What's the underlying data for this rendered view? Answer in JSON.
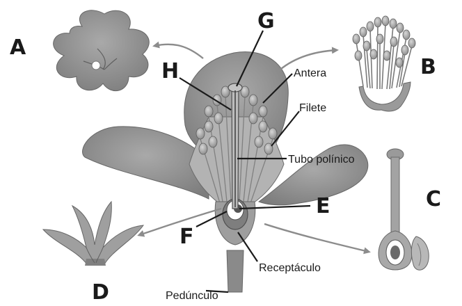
{
  "letters": {
    "a": "A",
    "b": "B",
    "c": "C",
    "d": "D",
    "e": "E",
    "f": "F",
    "g": "G",
    "h": "H"
  },
  "labels": {
    "antera": "Antera",
    "filete": "Filete",
    "tubo_polinico": "Tubo polínico",
    "receptaculo": "Receptáculo",
    "pedunculo": "Pedúnculo"
  }
}
